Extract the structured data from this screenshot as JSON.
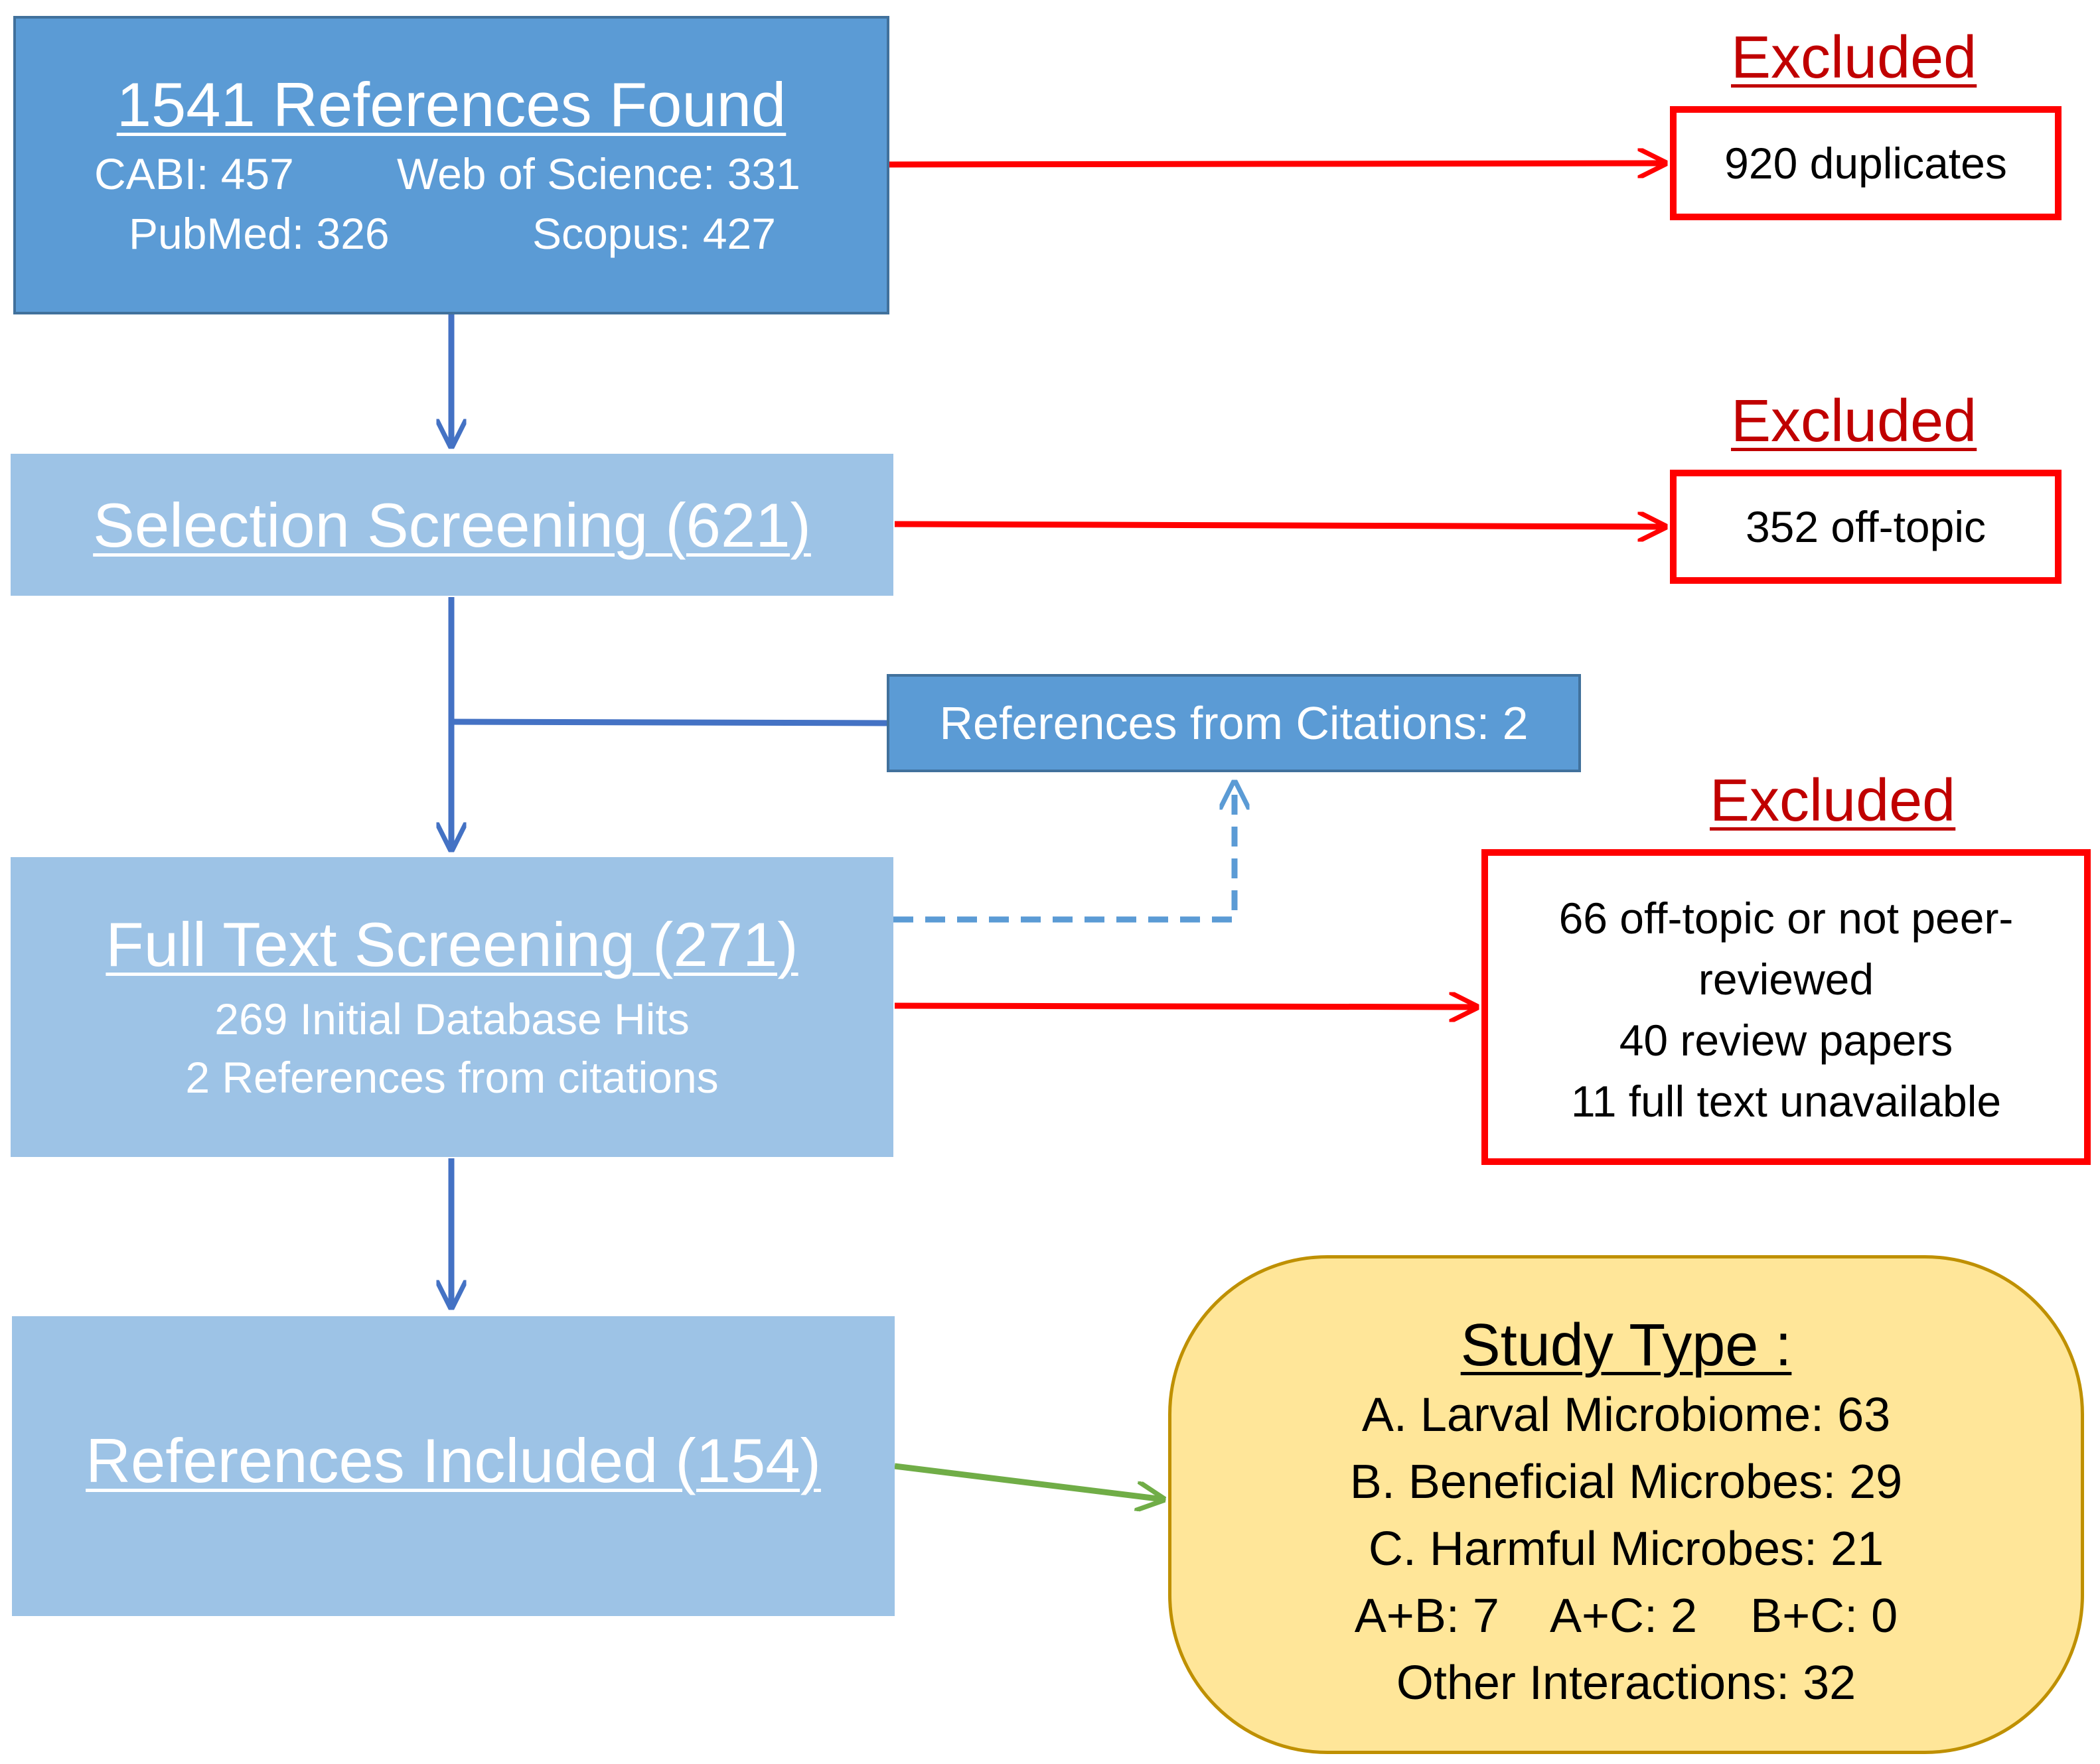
{
  "references_found": {
    "title": "1541 References Found",
    "sources": [
      "CABI: 457",
      "Web of Science: 331",
      "PubMed: 326",
      "Scopus: 427"
    ]
  },
  "selection_screening": {
    "title": "Selection Screening (621)"
  },
  "references_from_citations": {
    "label": "References from Citations: 2"
  },
  "full_text_screening": {
    "title": "Full Text Screening (271)",
    "lines": [
      "269 Initial Database Hits",
      "2 References from citations"
    ]
  },
  "references_included": {
    "title": "References Included (154)"
  },
  "excluded": [
    {
      "label": "Excluded",
      "lines": [
        "920 duplicates"
      ]
    },
    {
      "label": "Excluded",
      "lines": [
        "352 off-topic"
      ]
    },
    {
      "label": "Excluded",
      "lines": [
        "66 off-topic or not peer-",
        "reviewed",
        "40 review papers",
        "11 full text unavailable"
      ]
    }
  ],
  "study_type": {
    "title": "Study Type :",
    "lines": [
      "A. Larval Microbiome: 63",
      "B. Beneficial Microbes: 29",
      "C. Harmful Microbes: 21",
      "A+B: 7    A+C: 2    B+C: 0",
      "Other Interactions: 32"
    ]
  },
  "colors": {
    "dark_blue": "#5b9bd5",
    "light_blue": "#9dc3e6",
    "blue_arrow": "#4472c4",
    "red": "#ff0000",
    "excluded_label": "#c00000",
    "study_fill": "#ffe699",
    "green_arrow": "#70ad47"
  }
}
